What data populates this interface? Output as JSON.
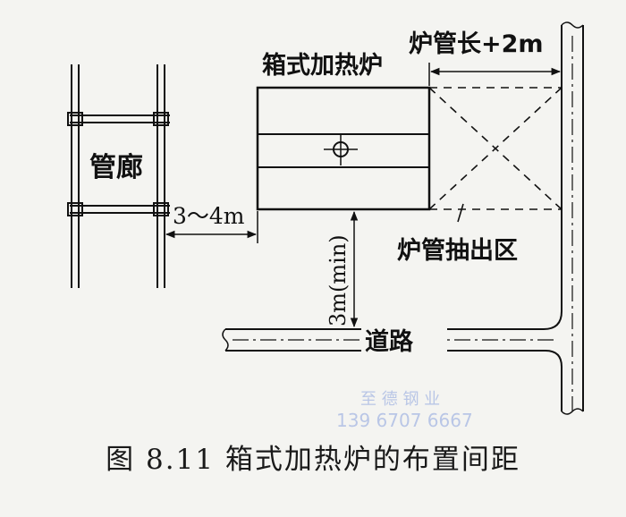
{
  "labels": {
    "pipe_rack": "管廊",
    "box_heater": "箱式加热炉",
    "tube_length": "炉管长+2m",
    "rack_distance": "3～4m",
    "road_distance": "3m(min)",
    "pull_area": "炉管抽出区",
    "road": "道路"
  },
  "watermark": {
    "company": "至 德 钢 业",
    "phone": "139 6707 6667"
  },
  "caption": "图 8.11   箱式加热炉的布置间距",
  "colors": {
    "line": "#111111",
    "watermark": "#b9c6e6"
  }
}
